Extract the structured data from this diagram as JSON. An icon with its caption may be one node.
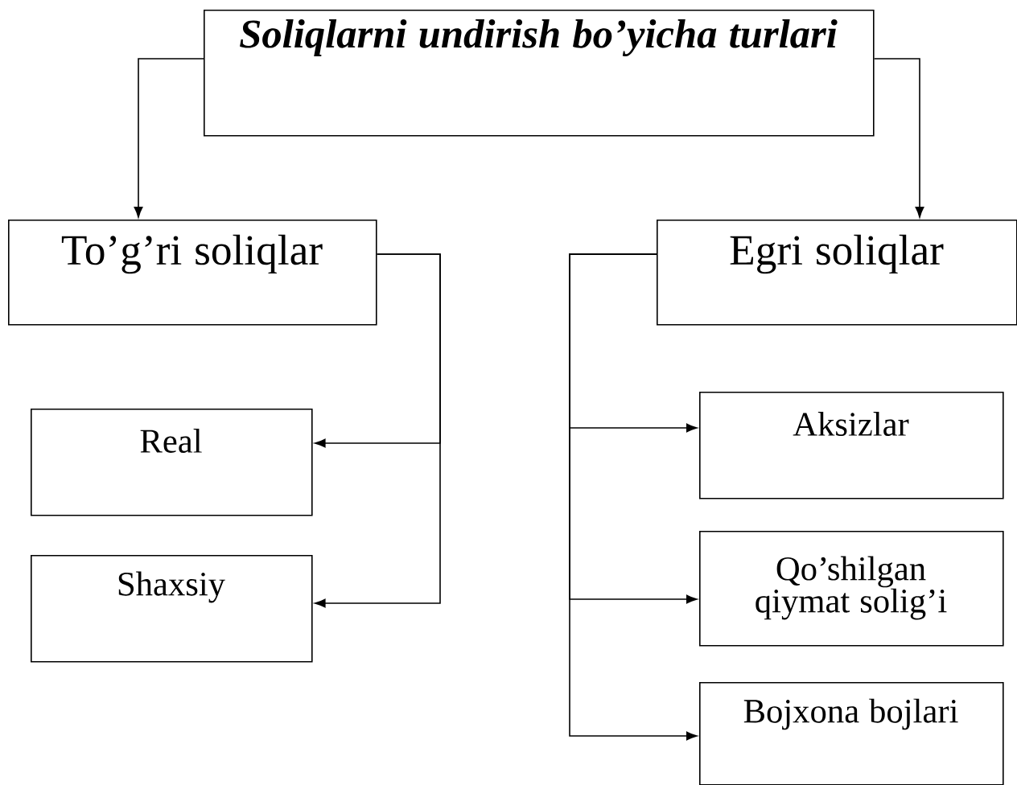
{
  "diagram": {
    "nodes": [
      {
        "text": [
          "Soliqlarni undirish bo’yicha turlari"
        ]
      },
      {
        "text": [
          "To’g’ri soliqlar"
        ]
      },
      {
        "text": [
          "Egri soliqlar"
        ]
      },
      {
        "text": [
          "Real"
        ]
      },
      {
        "text": [
          "Shaxsiy"
        ]
      },
      {
        "text": [
          "Aksizlar"
        ]
      },
      {
        "text": [
          "Qo’shilgan qiymat solig’i"
        ]
      },
      {
        "text": [
          "Bojxona bojlari"
        ]
      }
    ],
    "edges": [
      {
        "from": 0,
        "to": 1,
        "arrow": "to"
      },
      {
        "from": 0,
        "to": 2,
        "arrow": "to"
      },
      {
        "from": 1,
        "to": 3,
        "arrow": "to"
      },
      {
        "from": 1,
        "to": 4,
        "arrow": "to"
      },
      {
        "from": 2,
        "to": 5,
        "arrow": "to"
      },
      {
        "from": 2,
        "to": 6,
        "arrow": "to"
      },
      {
        "from": 2,
        "to": 7,
        "arrow": "to"
      }
    ]
  }
}
